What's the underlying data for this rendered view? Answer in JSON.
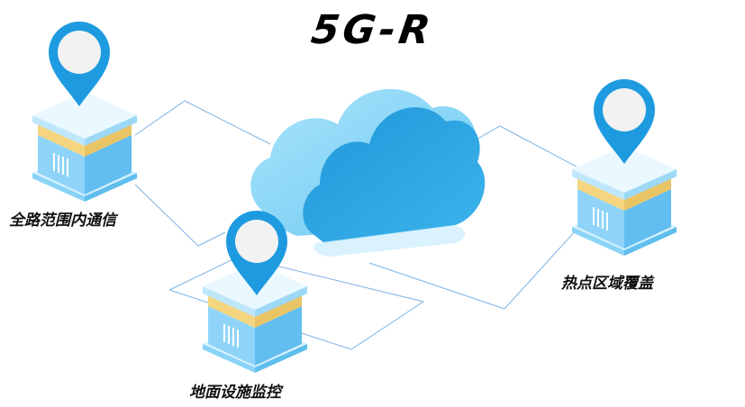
{
  "title": "5G-R",
  "nodes": [
    {
      "id": "left",
      "label": "全路范围内通信"
    },
    {
      "id": "center",
      "label": "地面设施监控"
    },
    {
      "id": "right",
      "label": "热点区域覆盖"
    }
  ],
  "colors": {
    "line": "#6fa8dc",
    "cloud_front": "#29a8e0",
    "cloud_back": "#8fd8f8",
    "pin": "#1e9be0",
    "server_top": "#e6f6ff",
    "server_stripe": "#f7dc8e",
    "server_body": "#7fcaf5",
    "server_base": "#c8ecff"
  }
}
